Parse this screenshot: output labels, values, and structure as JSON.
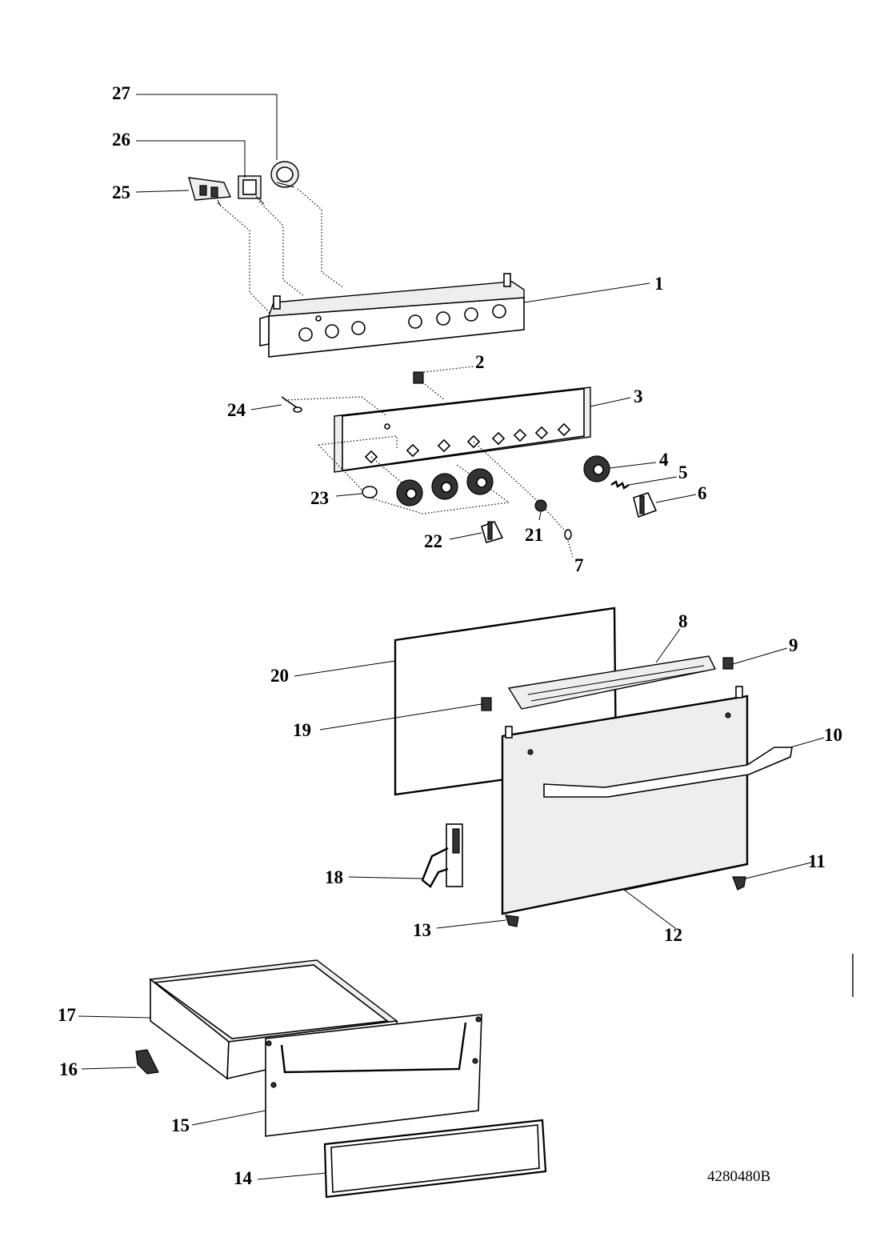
{
  "diagram": {
    "callouts": [
      {
        "n": "1"
      },
      {
        "n": "2"
      },
      {
        "n": "3"
      },
      {
        "n": "4"
      },
      {
        "n": "5"
      },
      {
        "n": "6"
      },
      {
        "n": "7"
      },
      {
        "n": "8"
      },
      {
        "n": "9"
      },
      {
        "n": "10"
      },
      {
        "n": "11"
      },
      {
        "n": "12"
      },
      {
        "n": "13"
      },
      {
        "n": "14"
      },
      {
        "n": "15"
      },
      {
        "n": "16"
      },
      {
        "n": "17"
      },
      {
        "n": "18"
      },
      {
        "n": "19"
      },
      {
        "n": "20"
      },
      {
        "n": "21"
      },
      {
        "n": "22"
      },
      {
        "n": "23"
      },
      {
        "n": "24"
      },
      {
        "n": "25"
      },
      {
        "n": "26"
      },
      {
        "n": "27"
      }
    ],
    "drawing_code": "4280480B"
  }
}
